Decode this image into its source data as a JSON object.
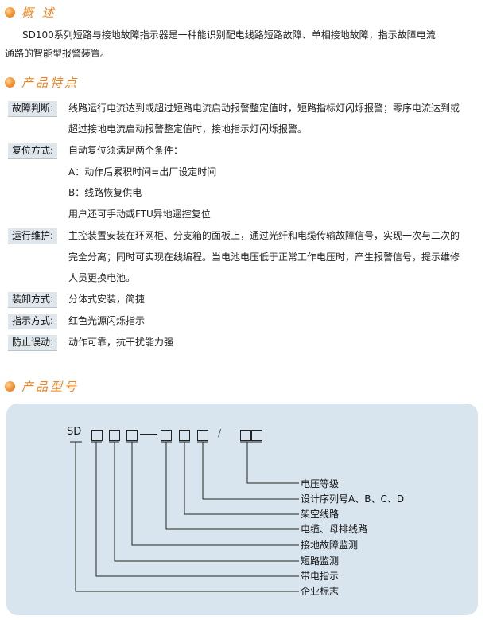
{
  "overview": {
    "heading": "概  述",
    "line1": "SD100系列短路与接地故障指示器是一种能识别配电线路短路故障、单相接地故障，指示故障电流",
    "line2": "通路的智能型报警装置。"
  },
  "features": {
    "heading": "产品特点",
    "items": [
      {
        "label": "故障判断:",
        "lines": [
          "线路运行电流达到或超过短路电流启动报警整定值时，短路指标灯闪烁报警；零序电流达到或",
          "超过接地电流启动报警整定值时，接地指示灯闪烁报警。"
        ]
      },
      {
        "label": "复位方式:",
        "lines": [
          "自动复位须满足两个条件：",
          "A：动作后累积时间=出厂设定时间",
          "B：线路恢复供电",
          "用户还可手动或FTU异地遥控复位"
        ]
      },
      {
        "label": "运行维护:",
        "lines": [
          "主控装置安装在环网柜、分支箱的面板上，通过光纤和电缆传输故障信号，实现一次与二次的",
          "完全分离；同时可实现在线编程。当电池电压低于正常工作电压时，产生报警信号，提示维修",
          "人员更换电池。"
        ]
      },
      {
        "label": "装卸方式:",
        "lines": [
          "分体式安装，简捷"
        ]
      },
      {
        "label": "指示方式:",
        "lines": [
          "红色光源闪烁指示"
        ]
      },
      {
        "label": "防止误动:",
        "lines": [
          "动作可靠，抗干扰能力强"
        ]
      }
    ]
  },
  "model": {
    "heading": "产品型号",
    "prefix": "SD",
    "separator": "—",
    "slash": "/",
    "legend": [
      "电压等级",
      "设计序列号A、B、C、D",
      "架空线路",
      "电缆、母排线路",
      "接地故障监测",
      "短路监测",
      "带电指示",
      "企业标志"
    ]
  }
}
